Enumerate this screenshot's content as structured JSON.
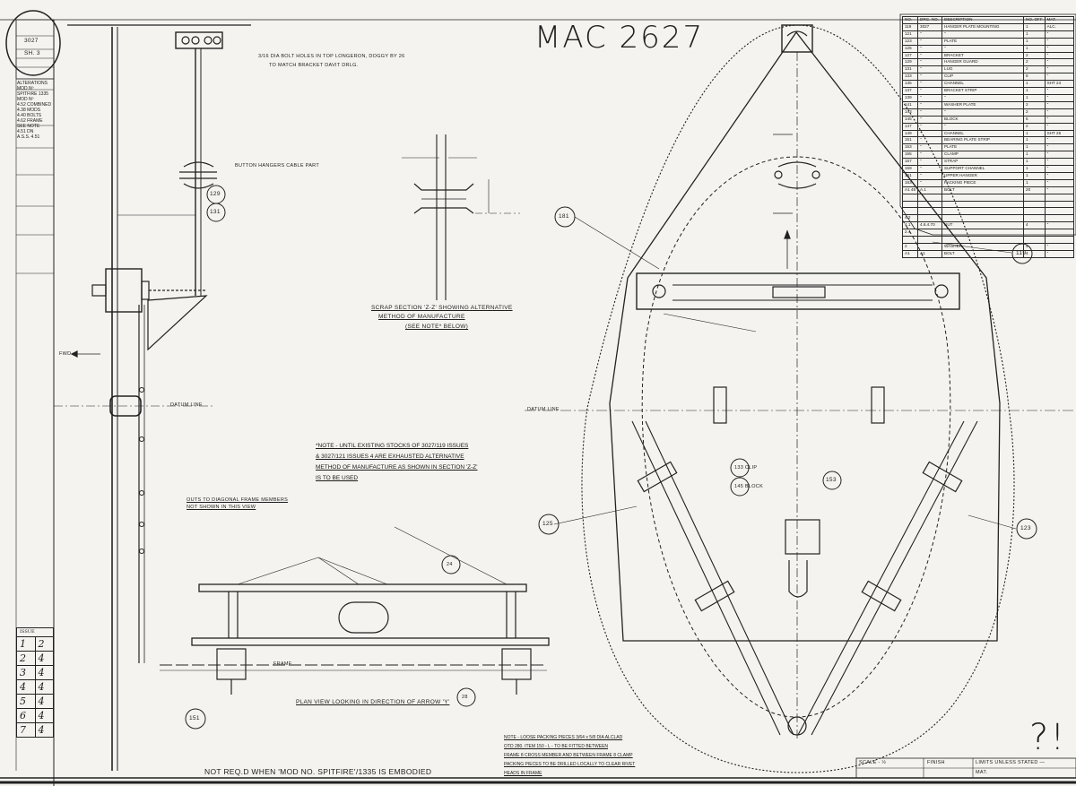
{
  "drawing": {
    "handwritten_number": "MAC 2627",
    "question_marks": "?!",
    "title_block": {
      "top_left_lines": [
        "3027",
        "SH. 3"
      ],
      "scale_label": "SCALE - ½",
      "finish_label": "FINISH",
      "limits_label": "LIMITS UNLESS STATED —",
      "material_label": "MAT."
    }
  },
  "views": {
    "scrap_section_title": "SCRAP SECTION 'Z-Z' SHOWING ALTERNATIVE",
    "scrap_section_title_2": "METHOD OF MANUFACTURE",
    "scrap_section_note_ref": "(SEE NOTE* BELOW)",
    "plan_view_title": "PLAN VIEW LOOKING IN DIRECTION OF ARROW 'Y'",
    "not_required": "NOT REQ.D WHEN 'MOD NO. SPITFIRE'/1335 IS EMBODIED",
    "datum_line": "DATUM LINE",
    "fwd": "FWD",
    "frame_label": "FRAME"
  },
  "notes": {
    "top_note": "3/16 DIA BOLT HOLES IN TOP LONGERON, DOGGY BY 26",
    "top_note_2": "TO MATCH BRACKET DAVIT DRLG.",
    "cable_note": "BUTTON HANGERS CABLE PART",
    "outs_note": "OUTS TO DIAGONAL FRAME MEMBERS",
    "outs_note_2": "NOT SHOWN IN THIS VIEW",
    "stock_note": [
      "*NOTE - UNTIL EXISTING STOCKS OF 3027/119 ISSUES",
      "& 3027/121 ISSUES 4 ARE EXHAUSTED ALTERNATIVE",
      "METHOD OF MANUFACTURE AS SHOWN IN SECTION 'Z-Z'",
      "IS TO BE USED"
    ],
    "packing_note": [
      "NOTE - LOOSE PACKING PIECES 3/64 x 5/8 DIA ALCLAD",
      "OTD 280. ITEM 150 - L - TO BE FITTED BETWEEN",
      "FRAME 8 CROSS MEMBER AND BETWEEN FRAME 8 CLAMP",
      "PACKING PIECES TO BE DRILLED LOCALLY TO CLEAR RIVET",
      "HEADS IN FRAME"
    ]
  },
  "item_numbers": {
    "i181": "181",
    "i119": "119",
    "i125": "125",
    "i123": "123",
    "i153": "153",
    "i151": "151",
    "i129": "129",
    "i131": "131",
    "i133": "133 CLIP",
    "i145": "145 BLOCK",
    "i24": "24",
    "i28": "28"
  },
  "bom": {
    "headers": [
      "NO.",
      "DRG. NO.",
      "DESCRIPTION",
      "NO. OFF",
      "MAT."
    ],
    "rows": [
      [
        "119",
        "3027",
        "HANGER PLATE MOUNTING",
        "1",
        "ALC."
      ],
      [
        "121",
        "\"",
        "\"",
        "1",
        "\""
      ],
      [
        "123",
        "\"",
        "PLATE",
        "1",
        "\""
      ],
      [
        "125",
        "\"",
        "\"",
        "1",
        "\""
      ],
      [
        "127",
        "\"",
        "BRACKET",
        "2",
        "\""
      ],
      [
        "129",
        "\"",
        "HANGER GUARD",
        "2",
        "\""
      ],
      [
        "131",
        "\"",
        "LUG",
        "2",
        "\""
      ],
      [
        "133",
        "\"",
        "CLIP",
        "6",
        "\""
      ],
      [
        "135",
        "\"",
        "CHANNEL",
        "1",
        "SHT 24"
      ],
      [
        "137",
        "\"",
        "BRACKET STRIP",
        "1",
        "\""
      ],
      [
        "139",
        "\"",
        "\"",
        "1",
        "\""
      ],
      [
        "141",
        "\"",
        "WASHER PLATE",
        "2",
        "\""
      ],
      [
        "143",
        "\"",
        "\"",
        "2",
        "\""
      ],
      [
        "145",
        "\"",
        "BLOCK",
        "6",
        "\""
      ],
      [
        "147",
        "\"",
        "\"",
        "2",
        "\""
      ],
      [
        "149",
        "\"",
        "CHANNEL",
        "1",
        "SHT 26"
      ],
      [
        "151",
        "\"",
        "BEARING PLATE STRIP",
        "1",
        "\""
      ],
      [
        "153",
        "\"",
        "PLATE",
        "1",
        "\""
      ],
      [
        "155",
        "\"",
        "CLAMP",
        "1",
        "\""
      ],
      [
        "157",
        "\"",
        "STRAP",
        "1",
        "\""
      ],
      [
        "159",
        "\"",
        "SUPPORT CHANNEL",
        "1",
        "\""
      ],
      [
        "161",
        "\"",
        "UPPER HANGER",
        "1",
        "\""
      ],
      [
        "163",
        "\"",
        "PACKING PIECE",
        "1",
        "\""
      ],
      [
        "A1 48",
        "A.1",
        "BOLT",
        "20",
        "\""
      ],
      [
        "",
        "",
        "",
        "",
        ""
      ],
      [
        "",
        "",
        "",
        "",
        ""
      ],
      [
        "",
        "",
        "",
        "",
        ""
      ],
      [
        "4.2",
        "",
        "",
        "",
        ""
      ],
      [
        "4.1",
        "4.6.4.70",
        "NUT",
        "4",
        "\""
      ],
      [
        "2.4",
        "",
        "",
        "",
        ""
      ],
      [
        "",
        "",
        "",
        "",
        ""
      ],
      [
        "2",
        "",
        "WASHER",
        "4",
        "\""
      ],
      [
        "A1",
        "A1",
        "BOLT",
        "4",
        "\""
      ]
    ]
  },
  "issue_table": {
    "header": "ISSUE",
    "rows": [
      [
        "1",
        "2"
      ],
      [
        "2",
        "4"
      ],
      [
        "3",
        "4"
      ],
      [
        "4",
        "4"
      ],
      [
        "5",
        "4"
      ],
      [
        "6",
        "4"
      ],
      [
        "7",
        "4"
      ]
    ]
  },
  "left_column": {
    "header": "ALTERATIONS",
    "lines": [
      "MOD Nº",
      "SPITFIRE 1335",
      "MOD Nº",
      "4.52 COMBINED",
      "4.38 MODS",
      "4.40 BOLTS",
      "4.62 FRAME",
      "SEE NOTE",
      "4.51 DN",
      "A.S.S. 4.51"
    ]
  }
}
